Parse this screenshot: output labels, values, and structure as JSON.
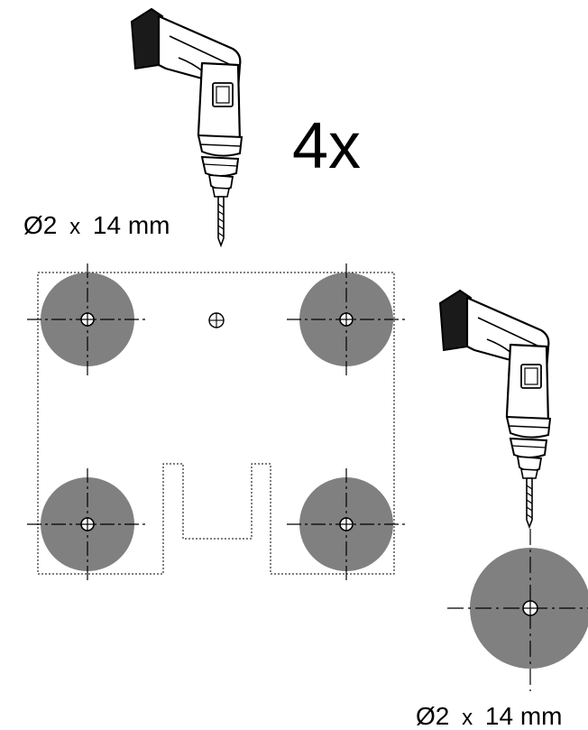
{
  "diagram": {
    "quantity_label": "4x",
    "drill_spec_top": {
      "diameter": "Ø2",
      "separator": "x",
      "length": "14 mm"
    },
    "drill_spec_bottom": {
      "diameter": "Ø2",
      "separator": "x",
      "length": "14 mm"
    },
    "colors": {
      "hole_fill": "#808080",
      "line": "#000000",
      "drill_grip": "#1a1a1a",
      "background": "#ffffff"
    }
  }
}
